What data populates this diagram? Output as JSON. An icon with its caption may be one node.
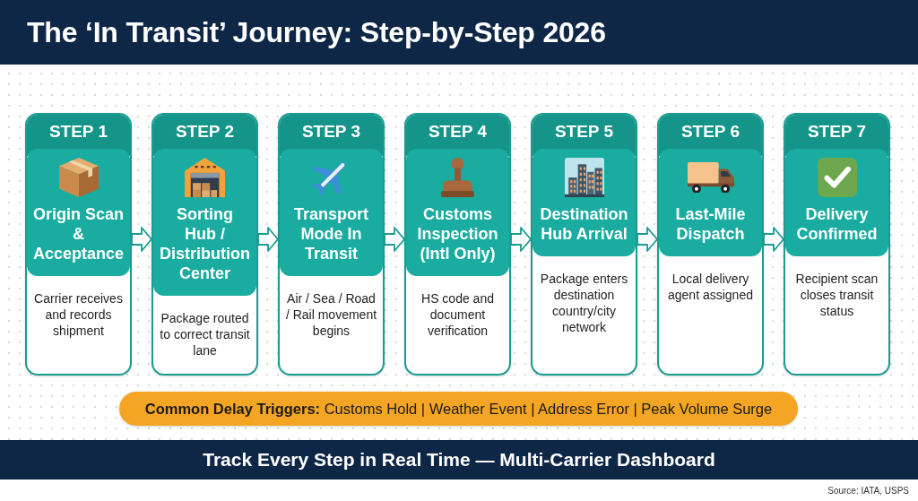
{
  "diagram": {
    "title": "The ‘In Transit’ Journey: Step-by-Step 2026",
    "nodes": [
      {
        "text": [
          "STEP 1",
          "Origin Scan & Acceptance",
          "Carrier receives and records shipment"
        ]
      },
      {
        "text": [
          "STEP 2",
          "Sorting Hub / Distribution Center",
          "Package routed to correct transit lane"
        ]
      },
      {
        "text": [
          "STEP 3",
          "Transport Mode In Transit",
          "Air / Sea / Road / Rail movement begins"
        ]
      },
      {
        "text": [
          "STEP 4",
          "Customs Inspection (Intl Only)",
          "HS code and document verification"
        ]
      },
      {
        "text": [
          "STEP 5",
          "Destination Hub Arrival",
          "Package enters destination country/city network"
        ]
      },
      {
        "text": [
          "STEP 6",
          "Last-Mile Dispatch",
          "Local delivery agent assigned"
        ]
      },
      {
        "text": [
          "STEP 7",
          "Delivery Confirmed",
          "Recipient scan closes transit status"
        ]
      },
      {
        "text": [
          "**Common Delay Triggers:** Customs Hold | Weather Event | Address Error | Peak Volume Surge"
        ]
      },
      {
        "text": [
          "Track Every Step in Real Time — Multi-Carrier Dashboard"
        ]
      }
    ],
    "edges": [
      {
        "from": 0,
        "to": 1,
        "arrow": "to"
      },
      {
        "from": 1,
        "to": 2,
        "arrow": "to"
      },
      {
        "from": 2,
        "to": 3,
        "arrow": "to"
      },
      {
        "from": 3,
        "to": 4,
        "arrow": "to"
      },
      {
        "from": 4,
        "to": 5,
        "arrow": "to"
      },
      {
        "from": 5,
        "to": 6,
        "arrow": "to"
      }
    ],
    "labels": [
      "Source: IATA, USPS"
    ]
  }
}
